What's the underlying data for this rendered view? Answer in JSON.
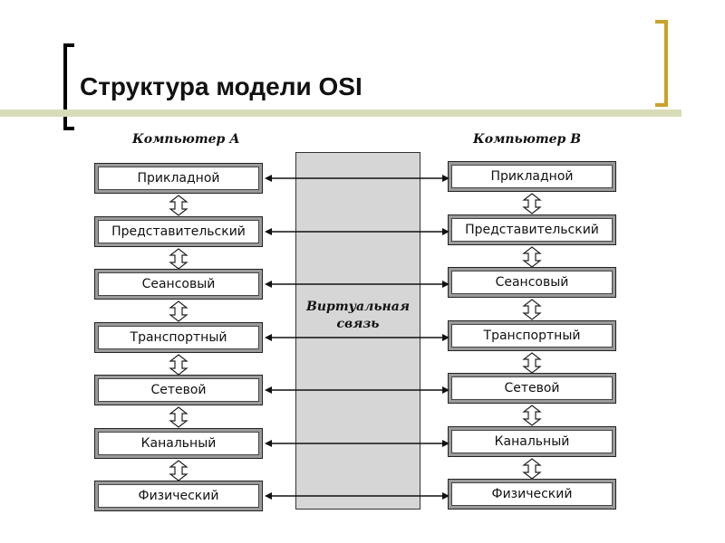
{
  "slide": {
    "title": "Структура модели OSI",
    "accent_color": "#c9a227",
    "bar_color": "#d8dcb8"
  },
  "diagram": {
    "computer_a": "Компьютер А",
    "computer_b": "Компьютер В",
    "virtual_line1": "Виртуальная",
    "virtual_line2": "связь",
    "layers_a": [
      "Прикладной",
      "Представительский",
      "Сеансовый",
      "Транспортный",
      "Сетевой",
      "Канальный",
      "Физический"
    ],
    "layers_b": [
      "Прикладной",
      "Представительский",
      "Сеансовый",
      "Транспортный",
      "Сетевой",
      "Канальный",
      "Физический"
    ]
  }
}
